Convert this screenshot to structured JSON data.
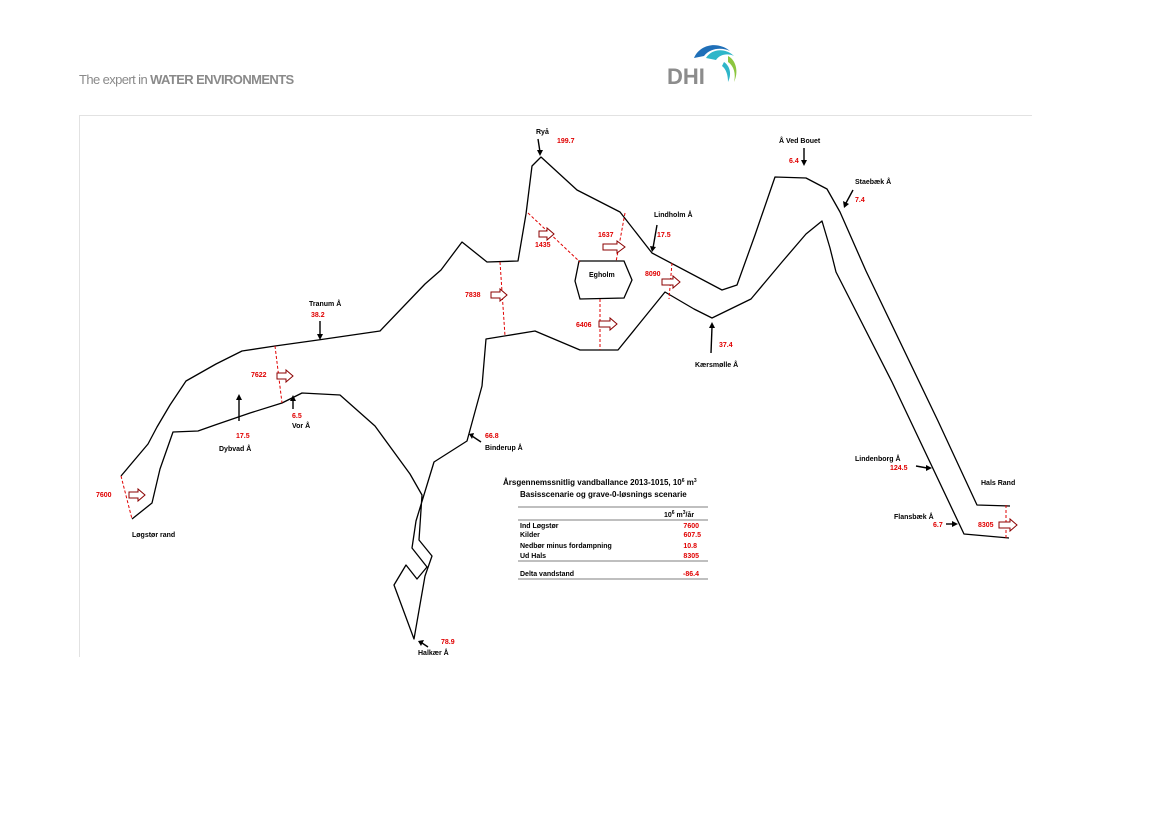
{
  "header": {
    "tagline_prefix": "The expert in ",
    "tagline_strong": "WATER ENVIRONMENTS",
    "logo_text": "DHI",
    "colors": {
      "logo_gray": "#8c8c8c",
      "wave_blue": "#1f6fb8",
      "wave_cyan": "#2fb6c9",
      "wave_green": "#8cc63f"
    }
  },
  "diagram": {
    "labels": {
      "rya": "Ryå",
      "a_ved_bouet": "Å Ved Bouet",
      "staebaek": "Staebæk Å",
      "lindholm": "Lindholm Å",
      "egholm": "Egholm",
      "tranum": "Tranum Å",
      "dybvad": "Dybvad Å",
      "vor": "Vor Å",
      "kaersmolle": "Kærsmølle Å",
      "binderup": "Binderup Å",
      "lindenborg": "Lindenborg Å",
      "hals_rand": "Hals Rand",
      "flansbaek": "Flansbæk Å",
      "logstor_rand": "Løgstør rand",
      "halkaer": "Halkær Å"
    },
    "values": {
      "rya": "199.7",
      "a_ved_bouet": "6.4",
      "staebaek": "7.4",
      "lindholm": "17.5",
      "tranum": "38.2",
      "dybvad": "17.5",
      "vor": "6.5",
      "kaersmolle": "37.4",
      "binderup": "66.8",
      "lindenborg": "124.5",
      "flansbaek": "6.7",
      "halkaer": "78.9",
      "flow_1435": "1435",
      "flow_1637": "1637",
      "flow_7838": "7838",
      "flow_6406": "6406",
      "flow_8090": "8090",
      "flow_7622": "7622",
      "flow_7600": "7600",
      "flow_8305": "8305"
    },
    "balance_table": {
      "title_line1": "Årsgennemssnitlig vandballance 2013-1015, 10",
      "title_sup": "6",
      "title_unit": " m",
      "title_unit_sup": "3",
      "title_line2": "Basisscenarie og grave-0-løsnings scenarie",
      "unit_prefix": "10",
      "unit_sup1": "6",
      "unit_mid": " m",
      "unit_sup2": "3",
      "unit_suffix": "/år",
      "rows": [
        {
          "label": "Ind Løgstør",
          "value": "7600"
        },
        {
          "label": "Kilder",
          "value": "607.5"
        },
        {
          "label": "Nedbør minus fordampning",
          "value": "10.8"
        },
        {
          "label": "Ud Hals",
          "value": "8305"
        }
      ],
      "total": {
        "label": "Delta vandstand",
        "value": "-86.4"
      }
    }
  }
}
